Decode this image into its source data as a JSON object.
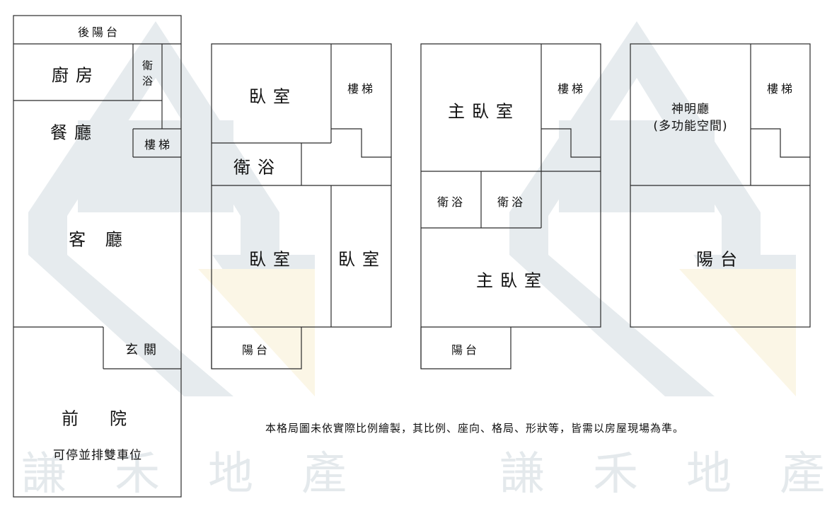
{
  "colors": {
    "line": "#2b2b2b",
    "watermark_shape": "#e6ebee",
    "watermark_accent": "#fbf6e6",
    "watermark_text": "#e4e9ec"
  },
  "watermark": {
    "left_text": "謙禾地產",
    "right_text": "謙禾地產"
  },
  "floor1": {
    "back_balcony": "後陽台",
    "kitchen": "廚房",
    "bath_line1": "衛",
    "bath_line2": "浴",
    "dining": "餐廳",
    "stairs": "樓梯",
    "living": "客 廳",
    "foyer": "玄關",
    "front_yard": "前　院",
    "parking_note": "可停並排雙車位"
  },
  "floor2": {
    "bedroom_top": "臥室",
    "stairs": "樓梯",
    "bath": "衛浴",
    "bedroom_left": "臥室",
    "bedroom_right": "臥室",
    "balcony": "陽台"
  },
  "floor3": {
    "master_top": "主臥室",
    "stairs": "樓梯",
    "bath_left": "衛浴",
    "bath_right": "衛浴",
    "master_bottom": "主臥室",
    "balcony": "陽台"
  },
  "floor4": {
    "shrine_line1": "神明廳",
    "shrine_line2": "(多功能空間)",
    "stairs": "樓梯",
    "balcony": "陽台"
  },
  "disclaimer": "本格局圖未依實際比例繪製，其比例、座向、格局、形狀等，皆需以房屋現場為準。"
}
